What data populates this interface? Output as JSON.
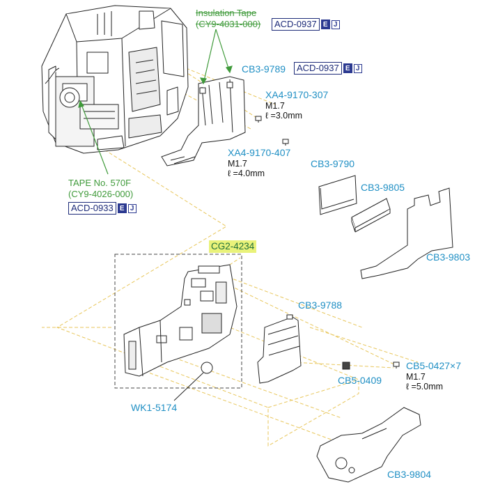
{
  "camera_body": {
    "name": ""
  },
  "insulation_tape": {
    "line1": "Insulation Tape",
    "line2": "(CY9-4031-000)"
  },
  "tape_570f": {
    "line1": "TAPE No. 570F",
    "line2": "(CY9-4026-000)"
  },
  "badges": [
    {
      "code": "ACD-0937",
      "e": "E",
      "j": "J"
    },
    {
      "code": "ACD-0937",
      "e": "E",
      "j": "J"
    },
    {
      "code": "ACD-0933",
      "e": "E",
      "j": "J"
    }
  ],
  "parts": {
    "cb3_9789": "CB3-9789",
    "xa4_9170_307": "XA4-9170-307",
    "xa4_9170_407": "XA4-9170-407",
    "cb3_9790": "CB3-9790",
    "cb3_9805": "CB3-9805",
    "cb3_9803": "CB3-9803",
    "cg2_4234": "CG2-4234",
    "cb3_9788": "CB3-9788",
    "cb5_0409": "CB5-0409",
    "cb5_0427": "CB5-0427×7",
    "wk1_5174": "WK1-5174",
    "cb3_9804": "CB3-9804"
  },
  "specs": {
    "screw_307": {
      "size": "M1.7",
      "length": "ℓ =3.0mm"
    },
    "screw_407": {
      "size": "M1.7",
      "length": "ℓ =4.0mm"
    },
    "screw_0427": {
      "size": "M1.7",
      "length": "ℓ =5.0mm"
    }
  },
  "colors": {
    "part_label": "#1f8fc4",
    "leader_green": "#3f9a3a",
    "guide_yellow": "#e8c65a",
    "badge_navy": "#2b3990",
    "highlight": "#e9f27a"
  }
}
